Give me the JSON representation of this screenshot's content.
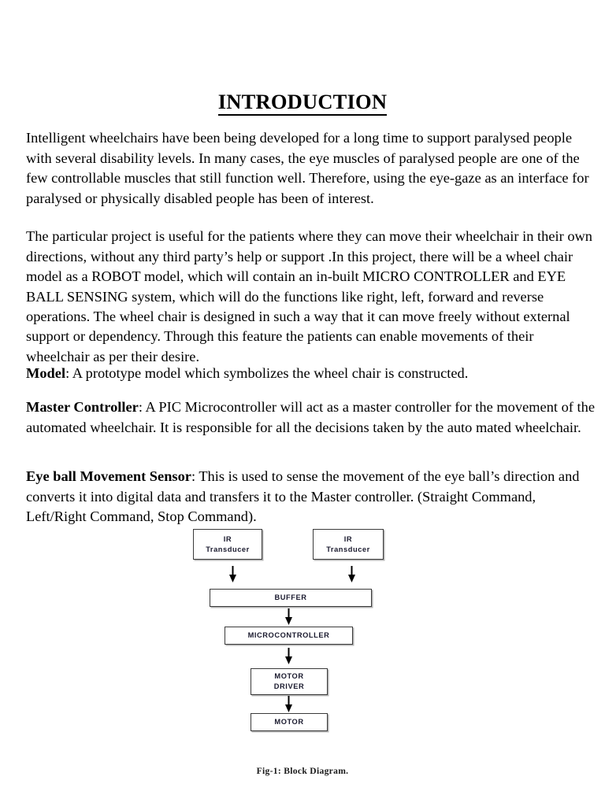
{
  "document": {
    "title": "INTRODUCTION",
    "paragraphs": {
      "intro": " Intelligent wheelchairs have been being developed for a long time to support paralysed people with several disability levels. In many cases, the eye muscles of paralysed people are one of the few controllable muscles that still function well. Therefore, using the eye-gaze as an interface for paralysed or physically disabled people has been of interest.",
      "project": " The particular project is useful for the patients where they can move their wheelchair in their own directions, without any third party’s help or support .In this project, there will be a wheel chair model as a ROBOT model, which will contain an in-built MICRO CONTROLLER and EYE BALL SENSING system, which will do the functions like right, left, forward and reverse operations. The wheel chair is designed in such a way that it can move freely without external support or dependency. Through this feature the patients can enable movements of their wheelchair as per their desire."
    },
    "definitions": [
      {
        "term": "Model",
        "separator": ": ",
        "text": "A prototype model which symbolizes the wheel chair is constructed."
      },
      {
        "term": "Master Controller",
        "separator": ": ",
        "text": "A PIC Microcontroller will act as a master controller for the movement of the automated wheelchair. It is responsible for all the decisions taken by the auto mated wheelchair."
      },
      {
        "term": " Eye ball Movement Sensor",
        "separator": ": ",
        "text": "This is used to sense the movement of the eye ball’s direction and converts it into digital data and transfers it to the Master controller. (Straight Command, Left/Right Command, Stop Command)."
      }
    ],
    "figure": {
      "caption": "Fig-1: Block Diagram.",
      "blocks": {
        "ir_left_line1": "IR",
        "ir_left_line2": "Transducer",
        "ir_right_line1": "IR",
        "ir_right_line2": "Transducer",
        "buffer": "BUFFER",
        "microcontroller": "MICROCONTROLLER",
        "motor_driver_line1": "MOTOR",
        "motor_driver_line2": "DRIVER",
        "motor": "MOTOR"
      },
      "flow": [
        "IR Transducer -> BUFFER",
        "IR Transducer -> BUFFER",
        "BUFFER -> MICROCONTROLLER",
        "MICROCONTROLLER -> MOTOR DRIVER",
        "MOTOR DRIVER -> MOTOR"
      ]
    },
    "colors": {
      "page_background": "#ffffff",
      "text": "#000000",
      "box_border": "#3a3a3a",
      "box_label": "#1a1a2e"
    }
  }
}
